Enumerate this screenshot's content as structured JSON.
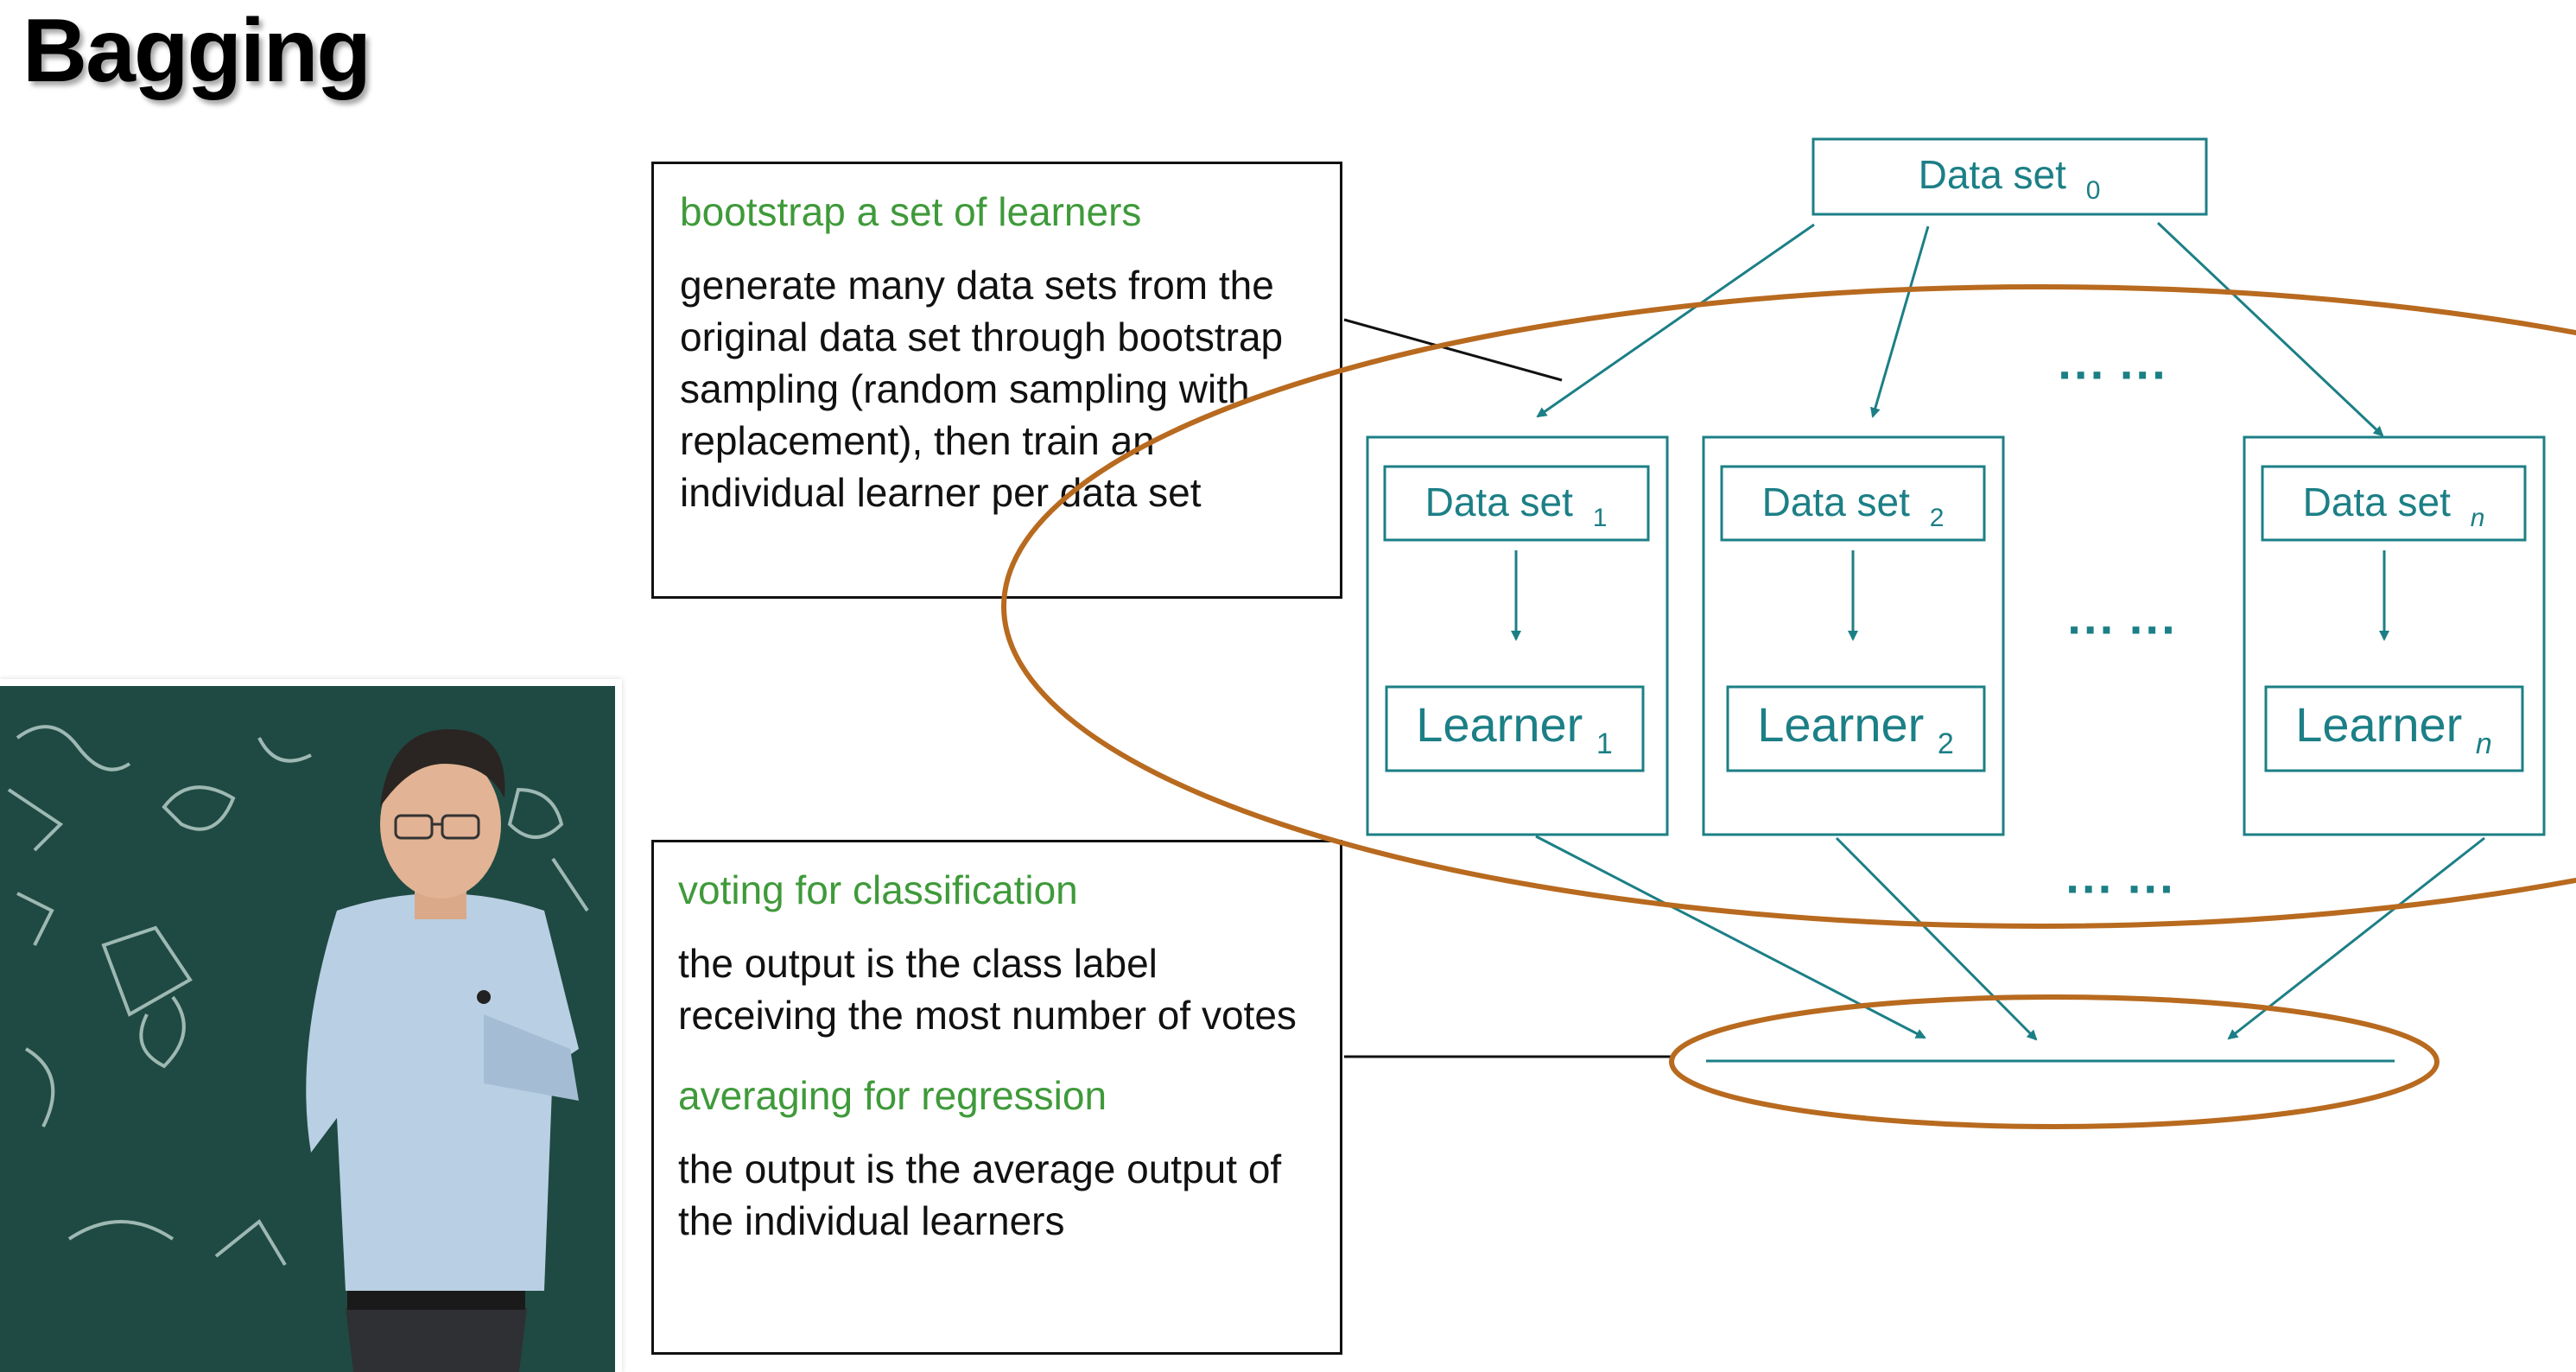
{
  "slide": {
    "title": "Bagging"
  },
  "callout_top": {
    "heading": "bootstrap a set of learners",
    "body": "generate many data sets from the original data set through bootstrap sampling (random sampling with replacement), then train an individual learner per data set"
  },
  "callout_bottom": {
    "heading1": "voting for classification",
    "body1": "the output is the class label receiving the most number of votes",
    "heading2": "averaging for regression",
    "body2": "the output is the average output of the individual learners"
  },
  "diagram": {
    "dataset0": {
      "label": "Data set",
      "sub": "0"
    },
    "columns": [
      {
        "dataset_label": "Data set",
        "dataset_sub": "1",
        "learner_label": "Learner",
        "learner_sub": "1"
      },
      {
        "dataset_label": "Data set",
        "dataset_sub": "2",
        "learner_label": "Learner",
        "learner_sub": "2"
      },
      {
        "dataset_label": "Data set",
        "dataset_sub": "n",
        "learner_label": "Learner",
        "learner_sub": "n"
      }
    ],
    "ellipsis": "··· ···",
    "colors": {
      "teal": "#1c7f86",
      "orange": "#b86a1f"
    }
  },
  "video": {
    "description_icon": "lecturer-video"
  }
}
